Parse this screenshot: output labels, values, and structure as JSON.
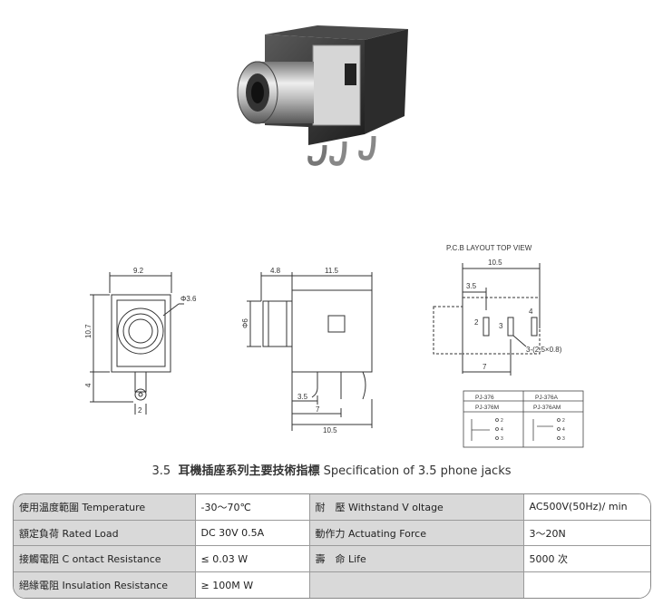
{
  "layout_caption": "P.C.B LAYOUT   TOP VIEW",
  "dims": {
    "front_width": "9.2",
    "front_hole": "Φ3.6",
    "front_height": "10.7",
    "front_pin": "4",
    "front_pin_w": "2",
    "side_nose": "4.8",
    "side_body": "11.5",
    "side_dia": "Φ6",
    "side_p1": "3.5",
    "side_p2": "7",
    "side_p3": "10.5",
    "pcb_width": "10.5",
    "pcb_first": "3.5",
    "pcb_pin1": "2",
    "pcb_pin2": "3",
    "pcb_pin3": "4",
    "pcb_hole": "3-(2.5×0.8)",
    "pcb_bottom": "7"
  },
  "models": {
    "m1": "PJ-376",
    "m2": "PJ-376A",
    "m3": "PJ-376M",
    "m4": "PJ-376AM",
    "p2": "2",
    "p4": "4",
    "p3": "3"
  },
  "heading": {
    "number": "3.5",
    "zh": "耳機插座系列主要技術指標",
    "en": "Specification of 3.5 phone jacks"
  },
  "spec_rows": [
    {
      "l1": "使用温度範圍 Temperature",
      "v1": "-30～70℃",
      "l2": "耐　壓  Withstand V oltage",
      "v2": "AC500V(50Hz)/ min"
    },
    {
      "l1": "額定負荷  Rated Load",
      "v1": "DC  30V  0.5A",
      "l2": "動作力  Actuating Force",
      "v2": "3～20N"
    },
    {
      "l1": "接觸電阻  C ontact Resistance",
      "v1": "≤ 0.03 W",
      "l2": "壽　命  Life",
      "v2": "5000 次"
    },
    {
      "l1": "絕緣電阻  Insulation Resistance",
      "v1": "≥ 100M W",
      "l2": "",
      "v2": ""
    }
  ]
}
